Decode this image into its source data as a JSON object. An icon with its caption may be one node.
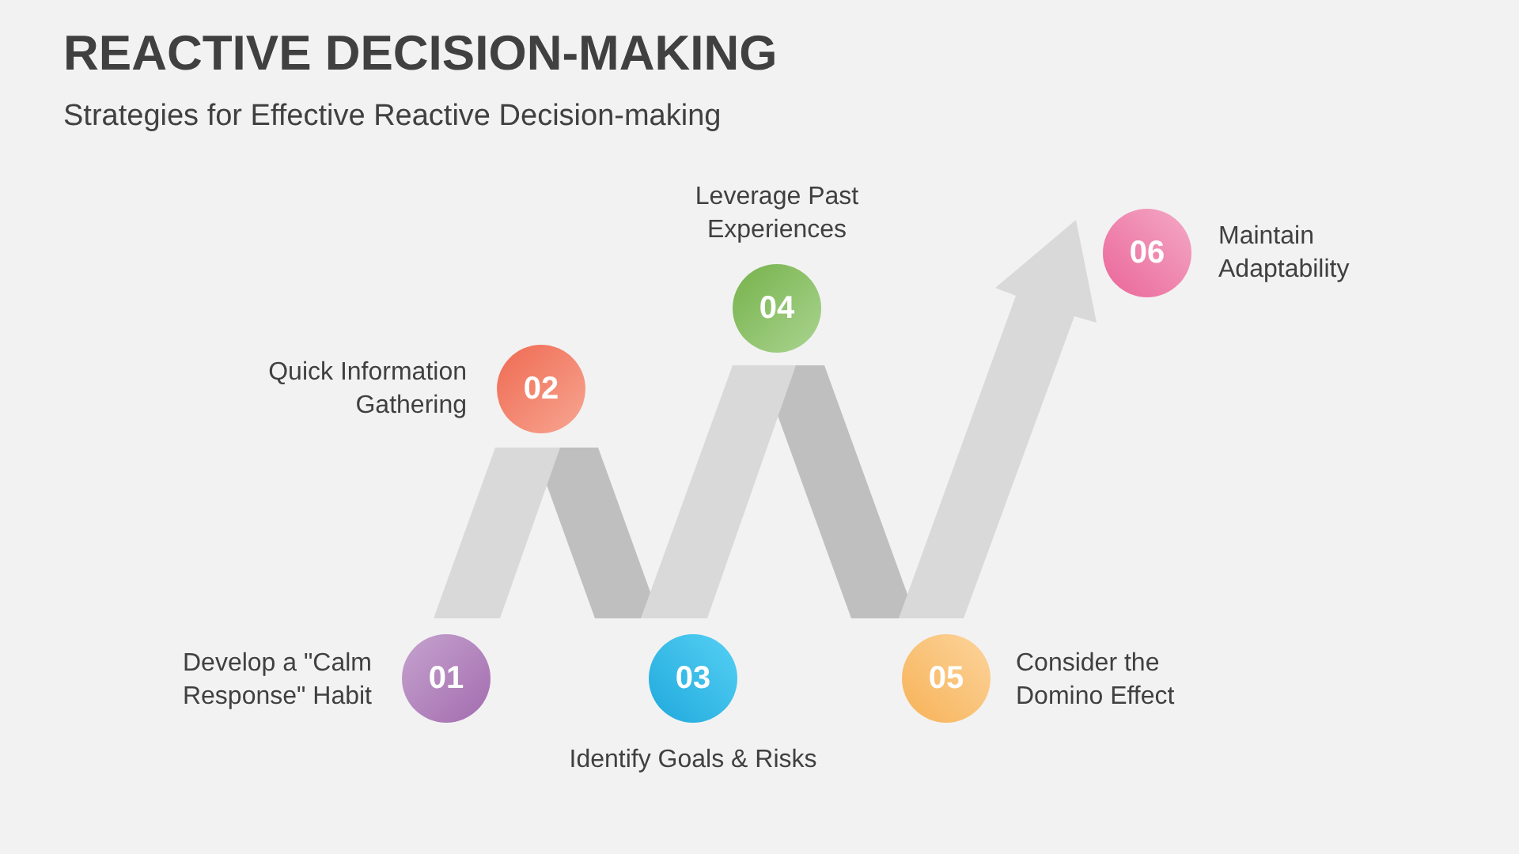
{
  "diagram": {
    "title": "REACTIVE DECISION-MAKING",
    "nodes": [
      {
        "text": [
          "01"
        ],
        "beside": [
          "Develop a \"Calm Response\" Habit"
        ]
      },
      {
        "text": [
          "02"
        ],
        "beside": [
          "Quick Information Gathering"
        ]
      },
      {
        "text": [
          "03"
        ],
        "beside": [
          "Identify Goals & Risks"
        ]
      },
      {
        "text": [
          "04"
        ],
        "beside": [
          "Leverage Past Experiences"
        ]
      },
      {
        "text": [
          "05"
        ],
        "beside": [
          "Consider the Domino Effect"
        ]
      },
      {
        "text": [
          "06"
        ],
        "beside": [
          "Maintain Adaptability"
        ]
      }
    ],
    "labels": [
      "Strategies for Effective Reactive Decision-making"
    ]
  }
}
